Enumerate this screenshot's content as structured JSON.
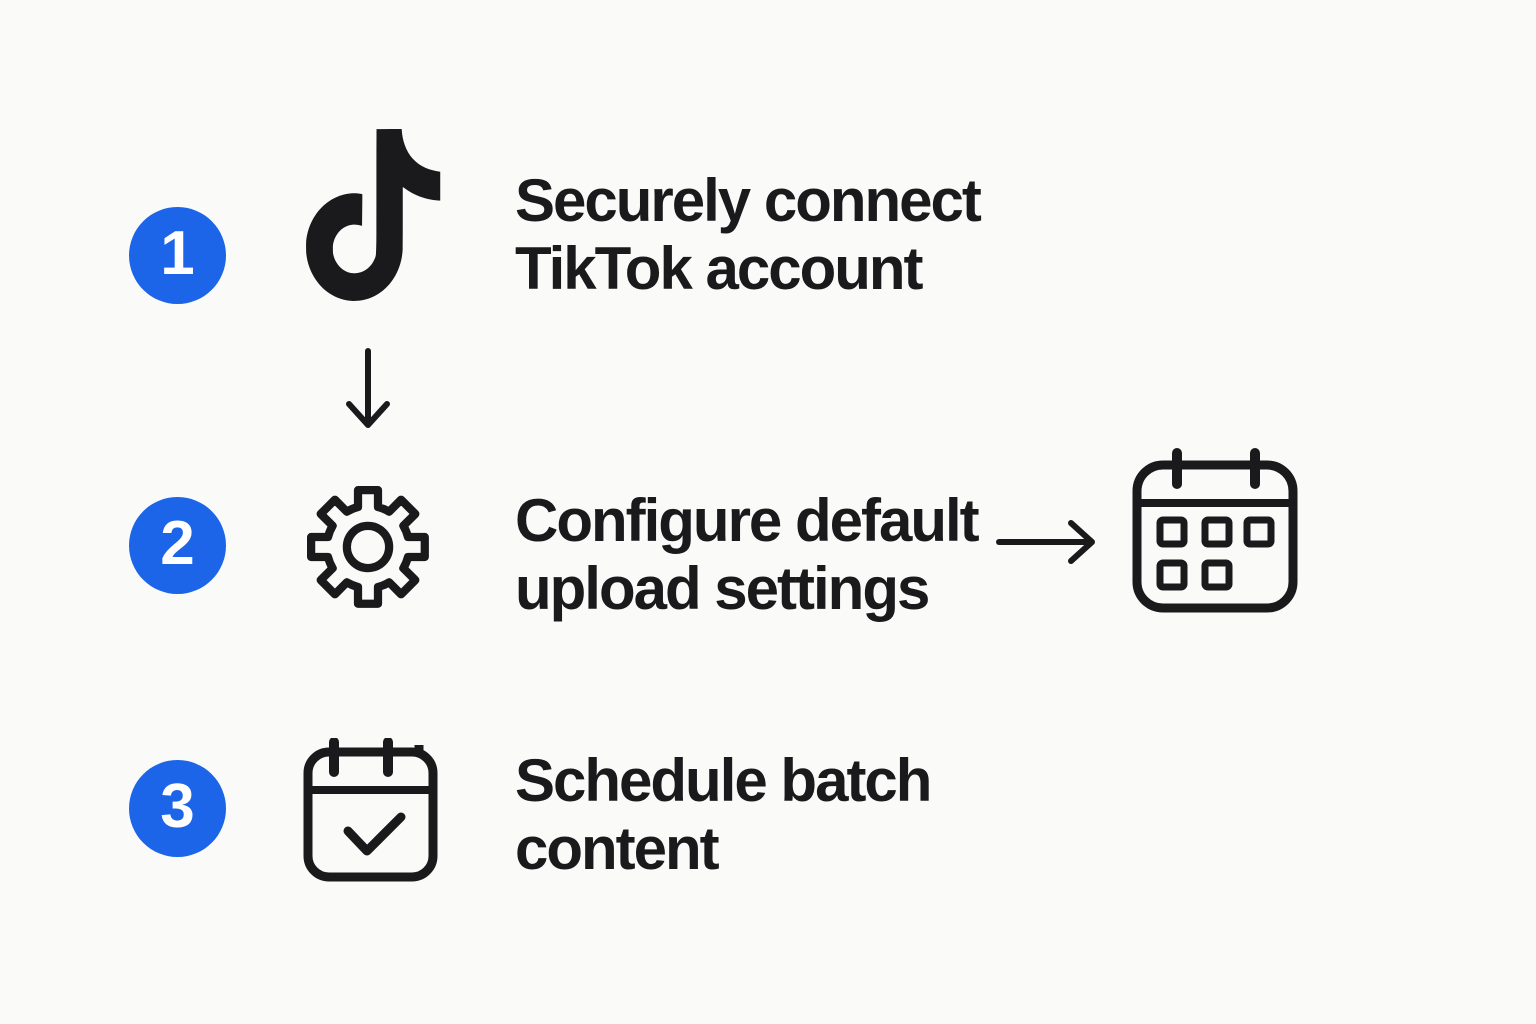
{
  "figure": {
    "background": "#FAFAF8",
    "accent_blue": "#1C64E8",
    "ink": "#1A1A1C",
    "badge_text_color": "#FFFFFF"
  },
  "steps": [
    {
      "number": "1",
      "icon": "tiktok-icon",
      "line1": "Securely connect",
      "line2": "TikTok account"
    },
    {
      "number": "2",
      "icon": "gear-icon",
      "line1": "Configure default",
      "line2": "upload settings"
    },
    {
      "number": "3",
      "icon": "calendar-check-icon",
      "line1": "Schedule batch",
      "line2": "content"
    }
  ],
  "connectors": [
    {
      "name": "down-arrow",
      "between": "step-1-and-step-2"
    },
    {
      "name": "right-arrow",
      "between": "step-2-and-calendar-grid"
    }
  ],
  "result_icon": "calendar-grid-icon"
}
